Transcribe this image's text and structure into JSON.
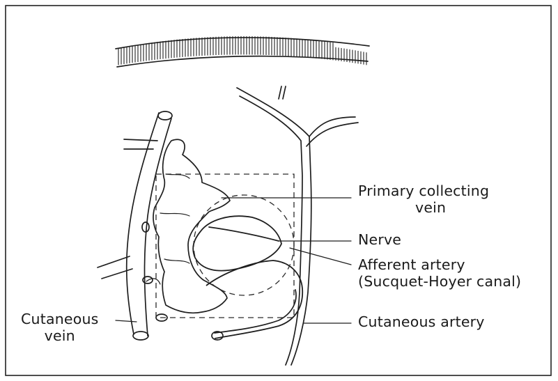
{
  "diagram": {
    "labels": {
      "primary_collecting_vein": [
        "Primary collecting",
        "vein"
      ],
      "nerve": "Nerve",
      "afferent_artery": [
        "Afferent artery",
        "(Sucquet-Hoyer canal)"
      ],
      "cutaneous_artery": "Cutaneous artery",
      "cutaneous_vein": [
        "Cutaneous",
        "vein"
      ]
    }
  }
}
